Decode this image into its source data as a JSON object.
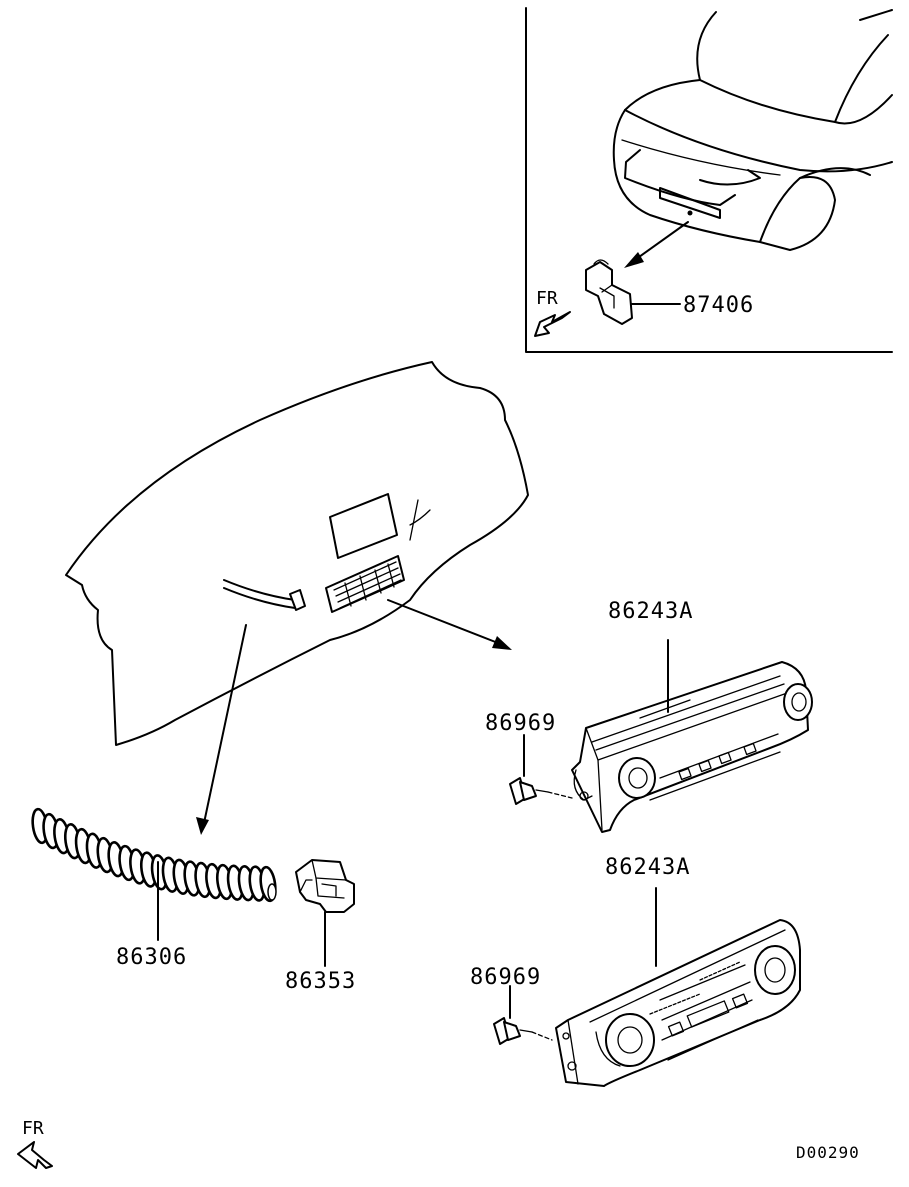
{
  "labels": {
    "sensor": "87406",
    "panel_top": "86243A",
    "screw_top": "86969",
    "panel_bottom": "86243A",
    "screw_bottom": "86969",
    "hose": "86306",
    "connector": "86353"
  },
  "direction_inset": "FR",
  "direction_main": "FR",
  "drawing_code": "D00290"
}
